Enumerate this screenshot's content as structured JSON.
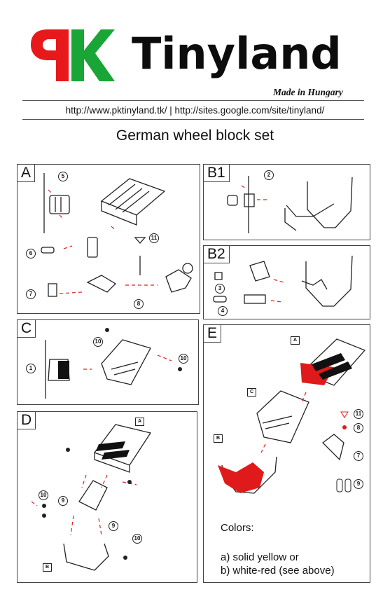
{
  "header": {
    "logo_text": "PK",
    "brand": "Tinyland",
    "tagline": "Made in Hungary",
    "urls": "http://www.pktinyland.tk/ | http://sites.google.com/site/tinyland/",
    "title": "German wheel block set"
  },
  "panels": {
    "A": {
      "label": "A",
      "parts": [
        "5",
        "6",
        "7",
        "8",
        "11"
      ]
    },
    "B1": {
      "label": "B1",
      "parts": [
        "2"
      ]
    },
    "B2": {
      "label": "B2",
      "parts": [
        "3",
        "4"
      ]
    },
    "C": {
      "label": "C",
      "parts": [
        "1",
        "10",
        "10"
      ]
    },
    "D": {
      "label": "D",
      "parts": [
        "10",
        "9",
        "9",
        "10"
      ],
      "tags": [
        "A",
        "B"
      ]
    },
    "E": {
      "label": "E",
      "parts": [
        "11",
        "8",
        "7",
        "9"
      ],
      "tags": [
        "A",
        "C",
        "B"
      ]
    }
  },
  "colors_note": {
    "heading": "Colors:",
    "option_a": "a) solid yellow or",
    "option_b": "b) white-red (see above)"
  },
  "palette": {
    "logo_red": "#e8191b",
    "logo_green": "#1aa636",
    "part_red": "#e01a1a",
    "dash_red": "#e02020"
  }
}
